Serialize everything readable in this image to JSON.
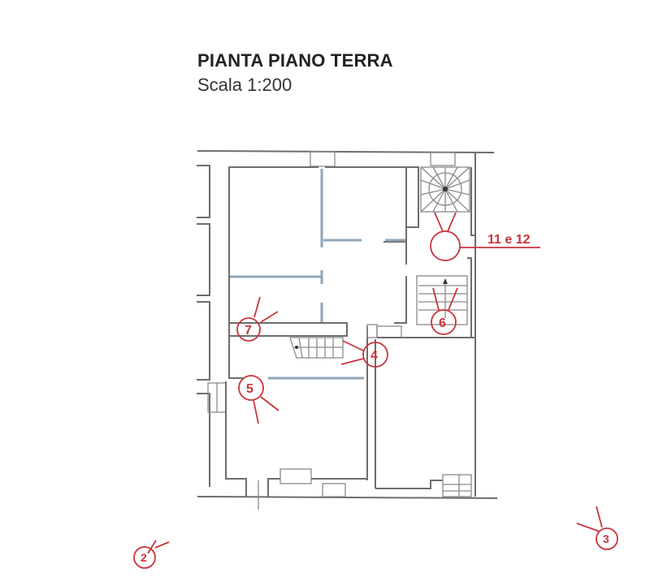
{
  "header": {
    "title": "PIANTA PIANO TERRA",
    "scale": "Scala 1:200"
  },
  "colors": {
    "wall": "#6d6d6d",
    "marker": "#c8343b",
    "title": "#222222"
  },
  "markers": [
    {
      "id": "2",
      "label": "2"
    },
    {
      "id": "3",
      "label": "3"
    },
    {
      "id": "4",
      "label": "4"
    },
    {
      "id": "5",
      "label": "5"
    },
    {
      "id": "6",
      "label": "6"
    },
    {
      "id": "7",
      "label": "7"
    },
    {
      "id": "11e12",
      "label": "11 e 12"
    }
  ]
}
